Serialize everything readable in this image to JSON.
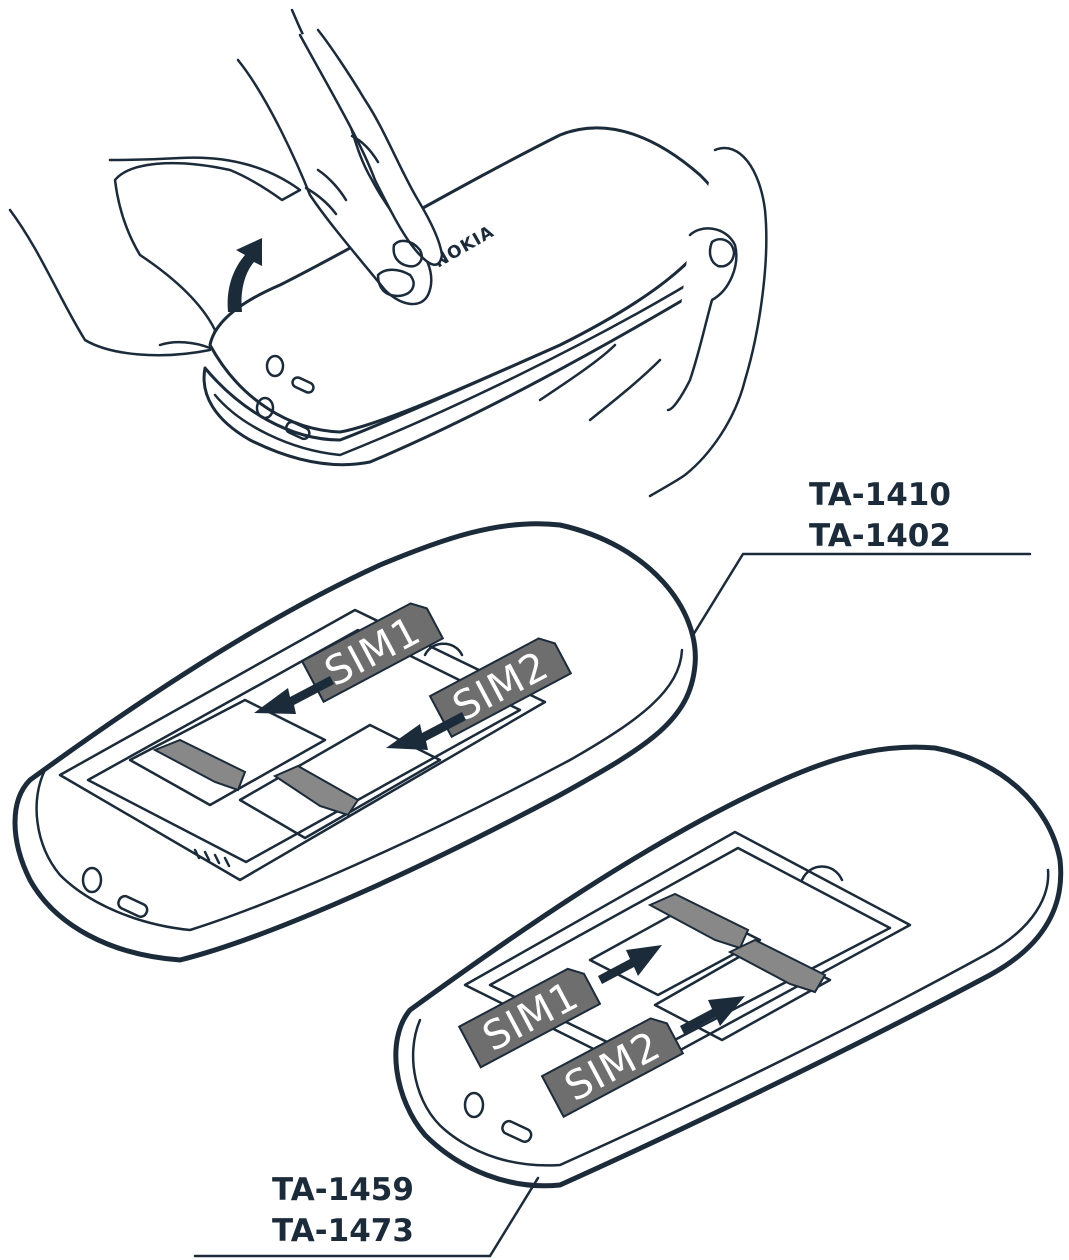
{
  "brand": "NOKIA",
  "models_top": [
    "TA-1410",
    "TA-1402"
  ],
  "models_bottom": [
    "TA-1459",
    "TA-1473"
  ],
  "sim_labels": {
    "sim1": "SIM1",
    "sim2": "SIM2"
  },
  "colors": {
    "line": "#1c2b3a",
    "sim_card": "#6e6e6e",
    "contacts": "#888888",
    "arrow": "#1c2b3a"
  }
}
